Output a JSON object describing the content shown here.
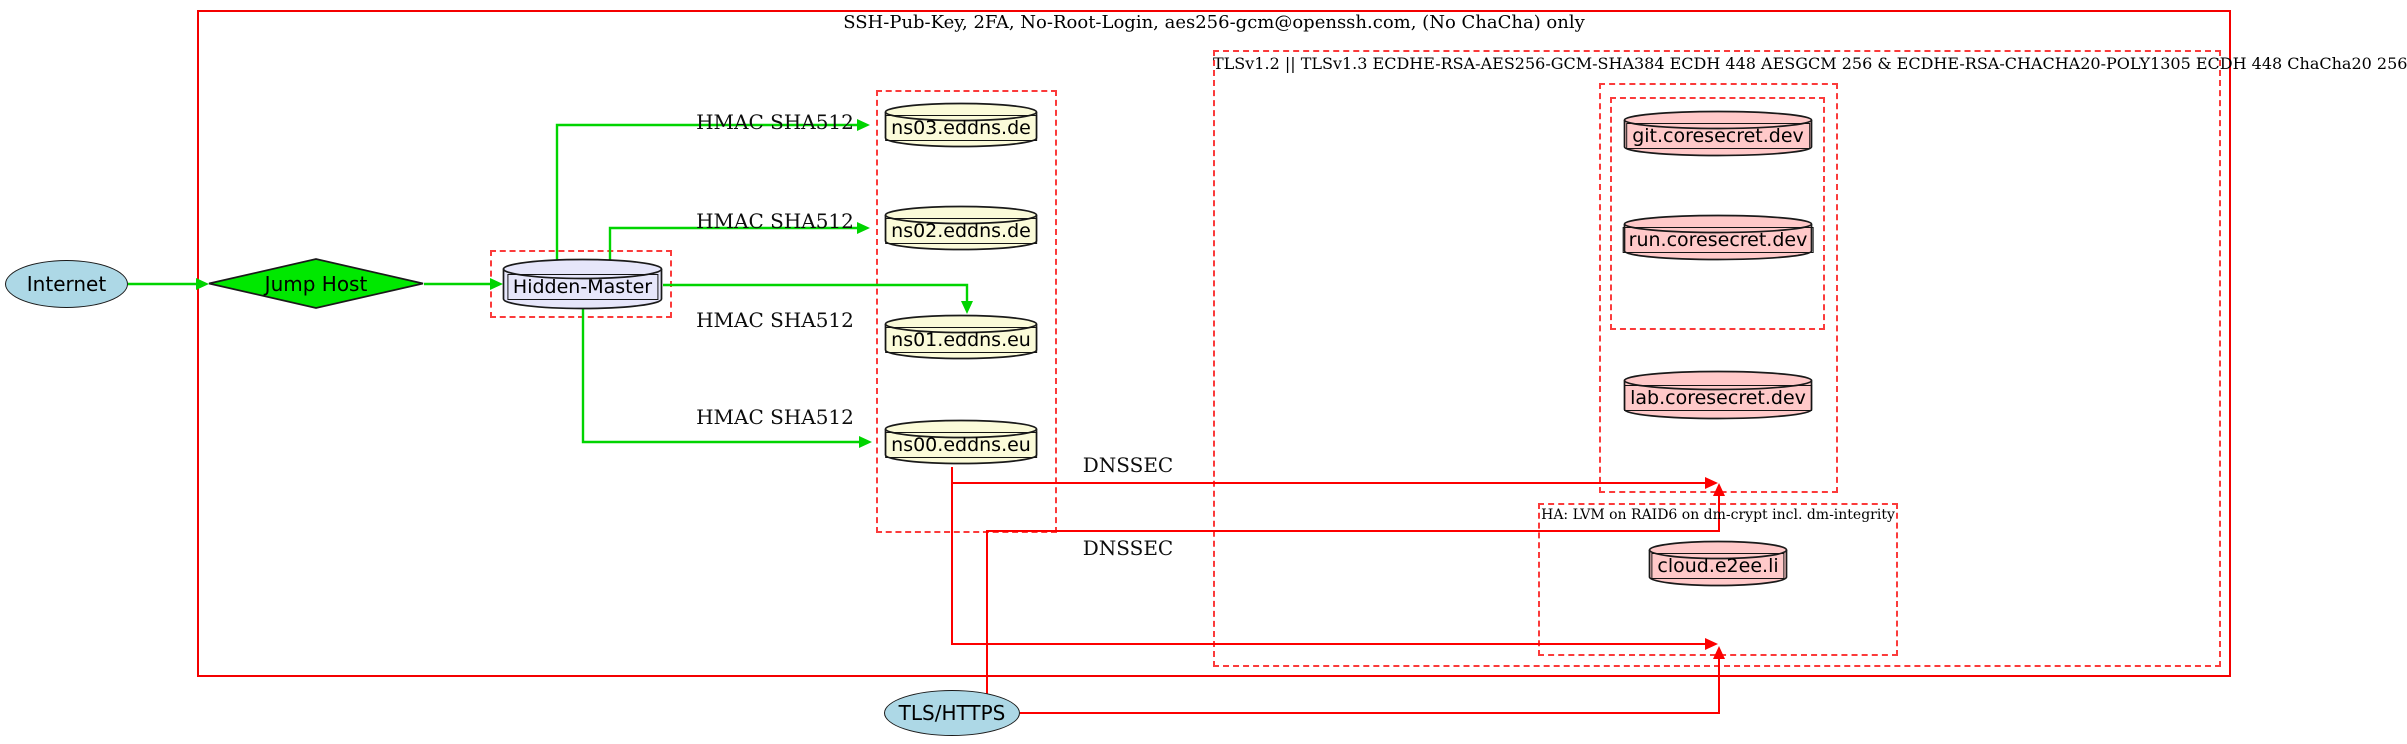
{
  "clusters": {
    "ssh": {
      "label": "SSH-Pub-Key, 2FA, No-Root-Login, aes256-gcm@openssh.com, (No ChaCha) only"
    },
    "tls": {
      "label": "TLSv1.2 || TLSv1.3 ECDHE-RSA-AES256-GCM-SHA384 ECDH 448 AESGCM 256 & ECDHE-RSA-CHACHA20-POLY1305 ECDH 448 ChaCha20 256"
    },
    "ha": {
      "label": "HA: LVM on RAID6 on dm-crypt incl. dm-integrity"
    }
  },
  "nodes": {
    "internet": {
      "label": "Internet"
    },
    "jump_host": {
      "label": "Jump Host"
    },
    "hidden_master": {
      "label": "Hidden-Master"
    },
    "ns03": {
      "label": "ns03.eddns.de"
    },
    "ns02": {
      "label": "ns02.eddns.de"
    },
    "ns01": {
      "label": "ns01.eddns.eu"
    },
    "ns00": {
      "label": "ns00.eddns.eu"
    },
    "git": {
      "label": "git.coresecret.dev"
    },
    "run": {
      "label": "run.coresecret.dev"
    },
    "lab": {
      "label": "lab.coresecret.dev"
    },
    "cloud": {
      "label": "cloud.e2ee.li"
    },
    "tls_https": {
      "label": "TLS/HTTPS"
    }
  },
  "edge_labels": {
    "hmac1": "HMAC SHA512",
    "hmac2": "HMAC SHA512",
    "hmac3": "HMAC SHA512",
    "hmac4": "HMAC SHA512",
    "dnssec1": "DNSSEC",
    "dnssec2": "DNSSEC"
  },
  "colors": {
    "edge_green": "#00d400",
    "edge_red": "#fd0000",
    "cluster_solid_red": "#f40000",
    "cluster_dashed_red": "#fb3b3b",
    "fill_lightblue": "#add8e6",
    "fill_green": "#00e800",
    "fill_lavender": "#e6e6fa",
    "fill_lightyellow": "#fbfbd9",
    "fill_pink": "#ffc9c9"
  }
}
